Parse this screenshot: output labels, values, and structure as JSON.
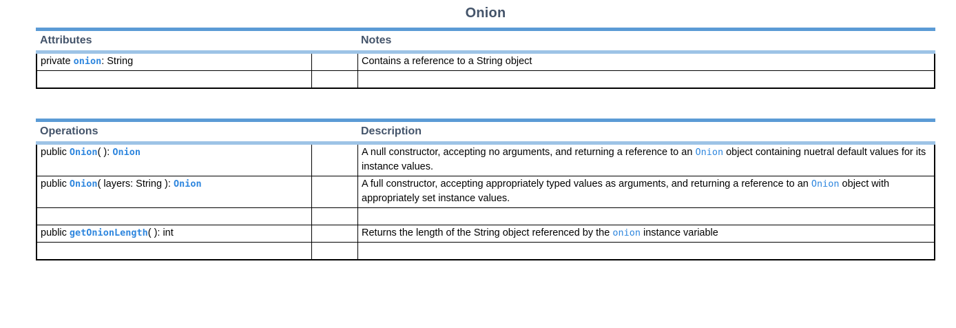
{
  "title": "Onion",
  "class_name": "Onion",
  "colors": {
    "header_band_dark": "#5B9BD5",
    "header_band_light": "#9DC3E6",
    "header_text": "#44546A",
    "code_blue": "#2E86DE",
    "body_text": "#000000",
    "grid_line": "#000000",
    "background": "#FFFFFF"
  },
  "attributes_table": {
    "headers": {
      "left": "Attributes",
      "right": "Notes"
    },
    "rows": [
      {
        "attribute": {
          "prefix": "private ",
          "name": "onion",
          "suffix": ": String"
        },
        "note_parts": [
          {
            "text": "Contains a reference to a String object",
            "style": "plain"
          }
        ]
      },
      {
        "attribute": {
          "prefix": "",
          "name": "",
          "suffix": ""
        },
        "note_parts": []
      }
    ]
  },
  "operations_table": {
    "headers": {
      "left": "Operations",
      "right": "Description"
    },
    "rows": [
      {
        "signature_parts": [
          {
            "text": "public ",
            "style": "plain"
          },
          {
            "text": "Onion",
            "style": "code-bold"
          },
          {
            "text": "( ): ",
            "style": "plain"
          },
          {
            "text": "Onion",
            "style": "code-bold"
          }
        ],
        "description_parts": [
          {
            "text": "A null constructor, accepting no arguments, and returning a reference to an ",
            "style": "plain"
          },
          {
            "text": "Onion",
            "style": "code"
          },
          {
            "text": " object containing nuetral default values for its instance values.",
            "style": "plain"
          }
        ],
        "height": "tall"
      },
      {
        "signature_parts": [
          {
            "text": "public ",
            "style": "plain"
          },
          {
            "text": "Onion",
            "style": "code-bold"
          },
          {
            "text": "( layers: String ): ",
            "style": "plain"
          },
          {
            "text": "Onion",
            "style": "code-bold"
          }
        ],
        "description_parts": [
          {
            "text": "A full constructor, accepting appropriately typed values as arguments, and returning a reference to an ",
            "style": "plain"
          },
          {
            "text": "Onion",
            "style": "code"
          },
          {
            "text": " object with appropriately set instance values.",
            "style": "plain"
          }
        ],
        "height": "tall"
      },
      {
        "signature_parts": [],
        "description_parts": [],
        "height": "short"
      },
      {
        "signature_parts": [
          {
            "text": "public ",
            "style": "plain"
          },
          {
            "text": "getOnionLength",
            "style": "code-bold"
          },
          {
            "text": "( ): int",
            "style": "plain"
          }
        ],
        "description_parts": [
          {
            "text": "Returns the length of the String object referenced by the ",
            "style": "plain"
          },
          {
            "text": "onion",
            "style": "code"
          },
          {
            "text": " instance variable",
            "style": "plain"
          }
        ],
        "height": "short"
      },
      {
        "signature_parts": [],
        "description_parts": [],
        "height": "short"
      }
    ]
  }
}
